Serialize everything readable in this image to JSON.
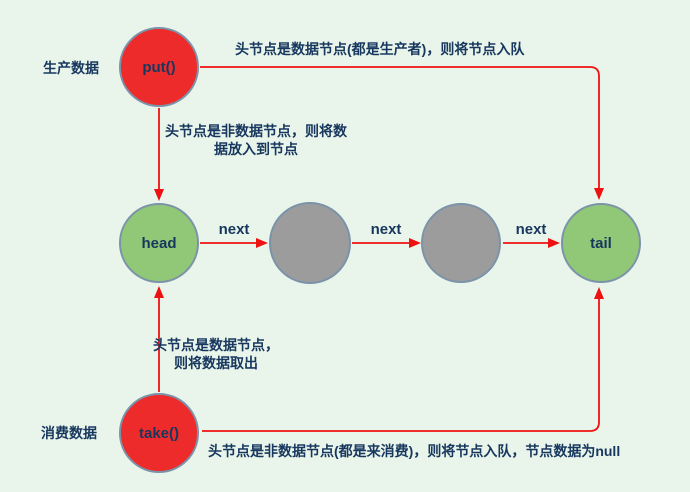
{
  "diagram": {
    "title_hint": "queue transfer diagram",
    "side_labels": {
      "producer": "生产数据",
      "consumer": "消费数据"
    },
    "nodes": {
      "put": {
        "label": "put()",
        "color": "#ee2b2b"
      },
      "head": {
        "label": "head",
        "color": "#90c877"
      },
      "data1": {
        "label": "",
        "color": "#9c9c9c"
      },
      "data2": {
        "label": "",
        "color": "#9c9c9c"
      },
      "tail": {
        "label": "tail",
        "color": "#90c877"
      },
      "take": {
        "label": "take()",
        "color": "#ee2b2b"
      }
    },
    "edge_label": "next",
    "annotations": {
      "put_enqueue": "头节点是数据节点(都是生产者)，则将节点入队",
      "put_fill_line1": "头节点是非数据节点，则将数",
      "put_fill_line2": "据放入到节点",
      "take_out_line1": "头节点是数据节点，",
      "take_out_line2": "则将数据取出",
      "take_enqueue": "头节点是非数据节点(都是来消费)，则将节点入队，节点数据为null"
    },
    "colors": {
      "background": "#e9f5ea",
      "producer_consumer_node": "#ee2b2b",
      "head_tail_node": "#90c877",
      "data_node": "#9c9c9c",
      "node_border": "#7b93a9",
      "arrow": "#ee1111",
      "text": "#17375e"
    }
  }
}
